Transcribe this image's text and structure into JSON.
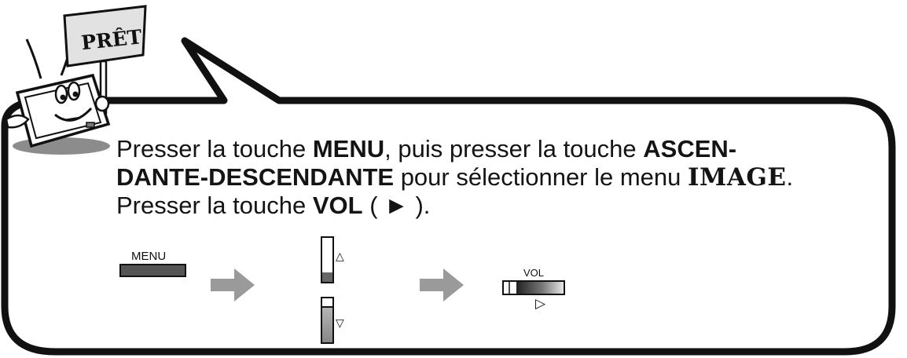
{
  "sign": {
    "text": "PRÊT"
  },
  "instruction": {
    "p1": "Presser la touche ",
    "menu_key": "MENU",
    "p2": ", puis presser la touche ",
    "updown_key_a": "ASCEN-",
    "updown_key_b": "DANTE-DESCENDANTE",
    "p3": " pour sélectionner le menu ",
    "menu_name": "IMAGE",
    "p4": ".",
    "p5": "Presser la touche ",
    "vol_key": "VOL",
    "p6": " ( ► )."
  },
  "diagram": {
    "menu_label": "MENU",
    "vol_label": "VOL",
    "up_symbol": "△",
    "down_symbol": "▽",
    "right_symbol": "▷"
  },
  "colors": {
    "outline": "#111111",
    "button_fill": "#555555",
    "arrow_fill": "#9a9a9a",
    "shadow": "#8c8c8c"
  }
}
